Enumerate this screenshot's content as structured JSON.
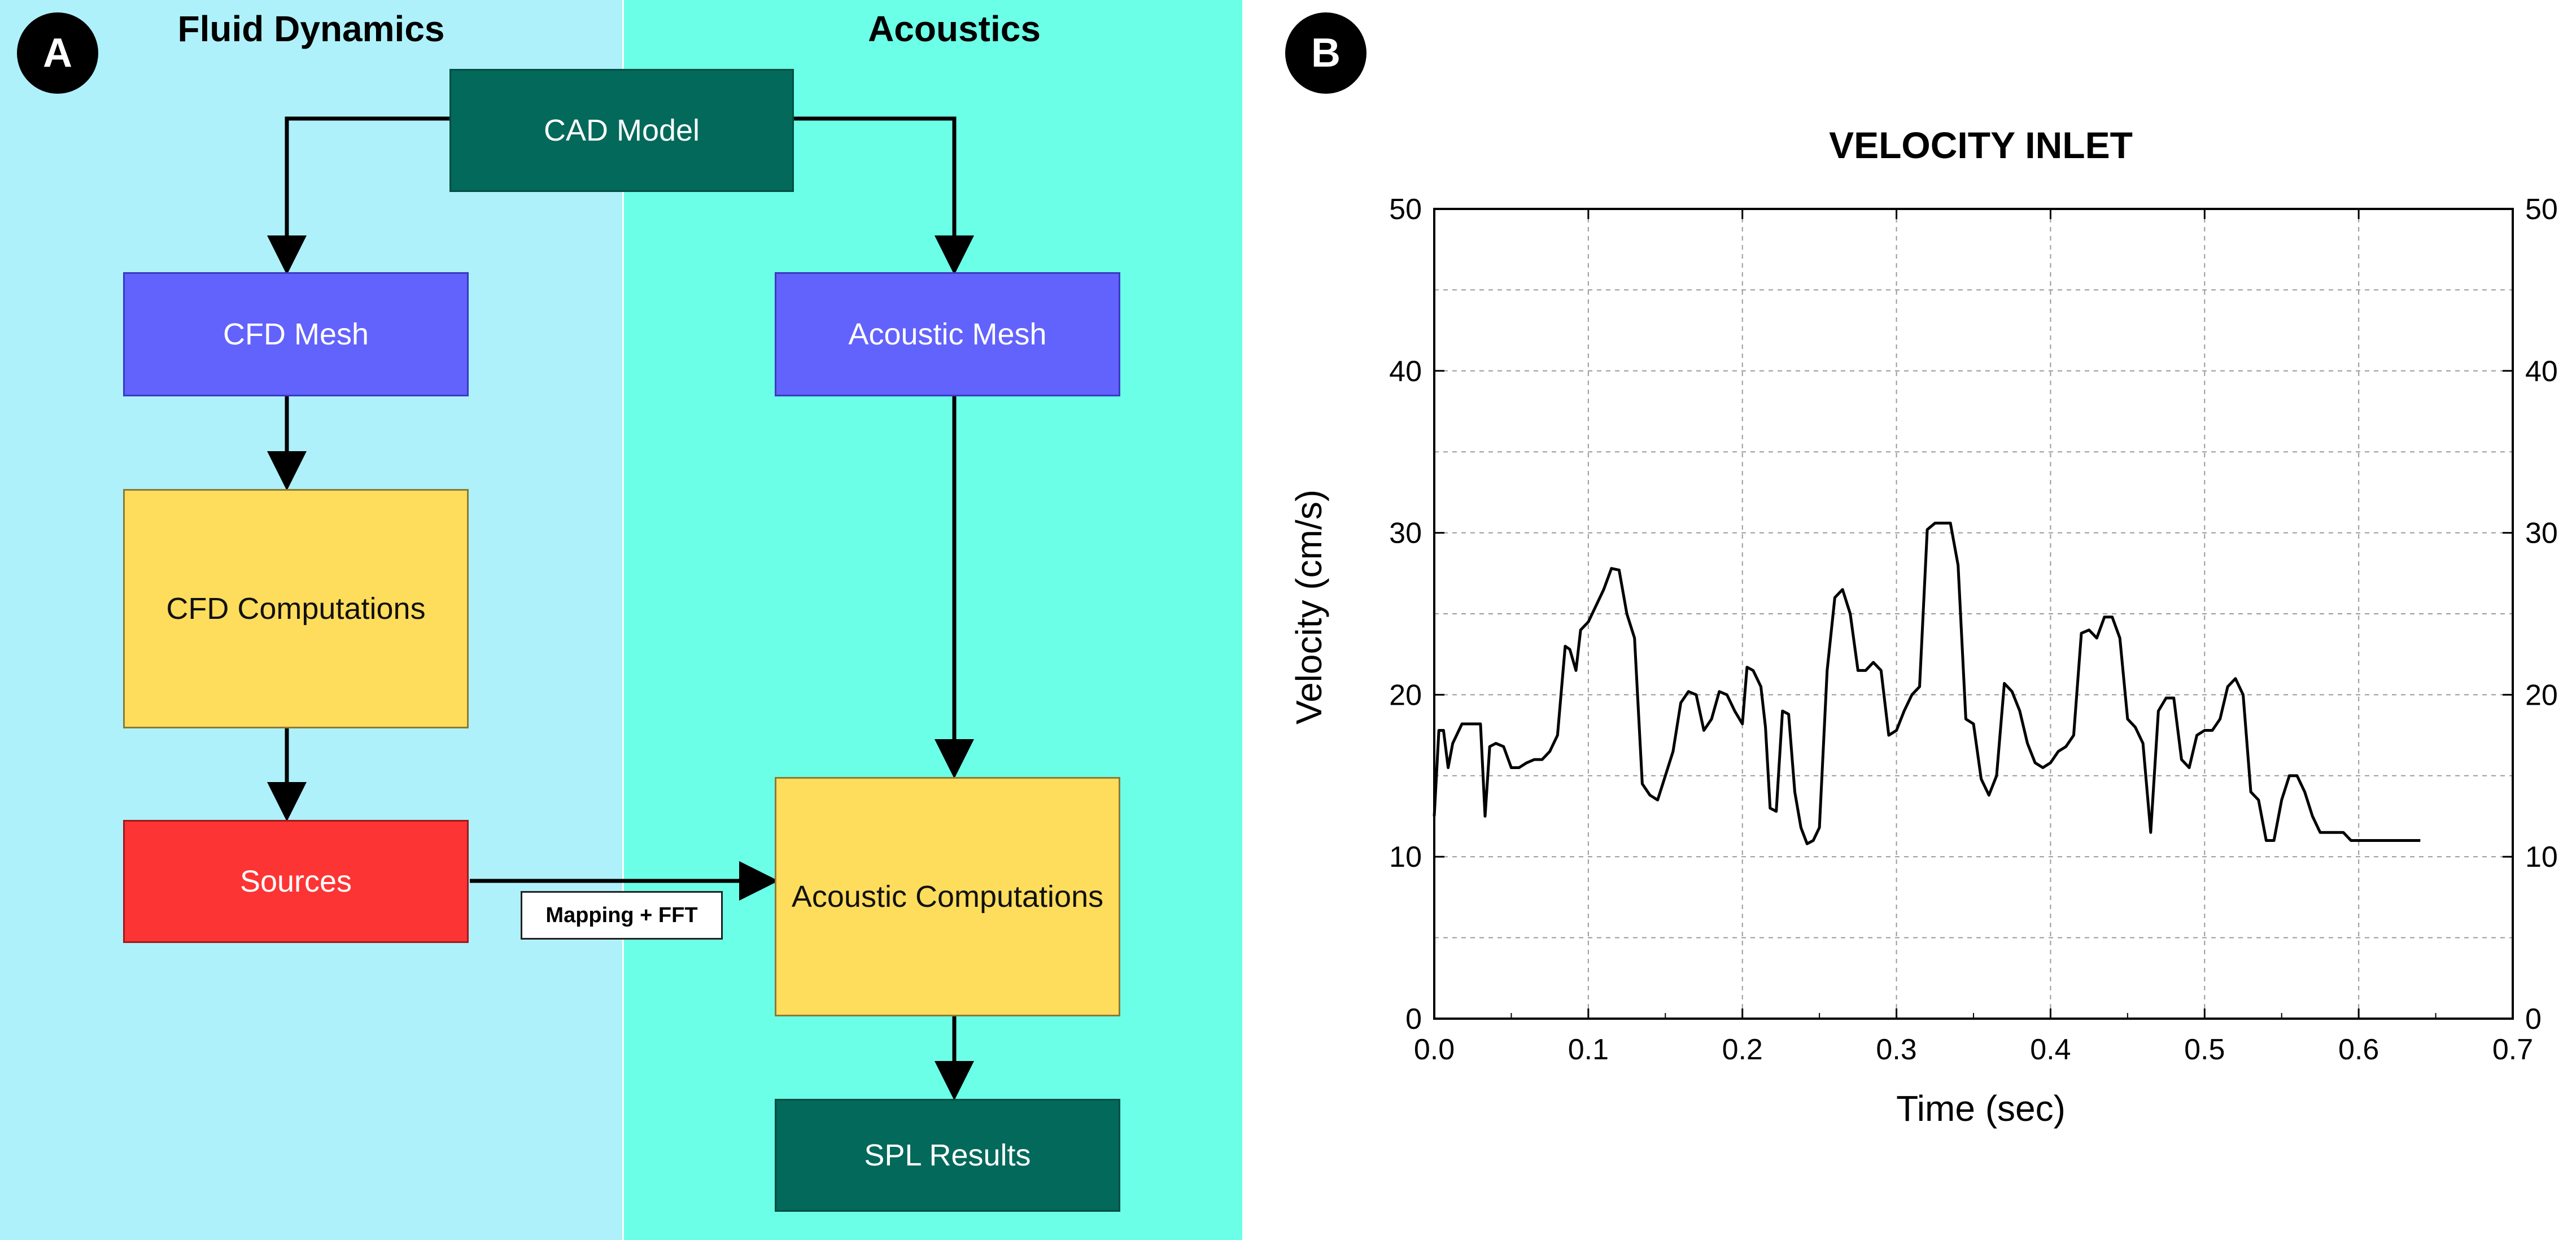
{
  "panel_a": {
    "badge": "A",
    "lanes": {
      "fluid_title": "Fluid Dynamics",
      "acoustic_title": "Acoustics"
    },
    "boxes": {
      "cad_model": "CAD Model",
      "cfd_mesh": "CFD Mesh",
      "acoustic_mesh": "Acoustic Mesh",
      "cfd_computations": "CFD Computations",
      "sources": "Sources",
      "acoustic_computations": "Acoustic Computations",
      "spl_results": "SPL Results"
    },
    "mapping_label": "Mapping + FFT",
    "colors": {
      "fluid_lane": "#aef1fb",
      "acoustic_lane": "#6cffe8",
      "dark_green": "#03695a",
      "purple": "#6262fd",
      "yellow": "#ffdd5c",
      "red": "#fd3434"
    }
  },
  "panel_b": {
    "badge": "B",
    "chart_data": {
      "type": "line",
      "title": "VELOCITY INLET",
      "xlabel": "Time (sec)",
      "ylabel": "Velocity (cm/s)",
      "xlim": [
        0.0,
        0.7
      ],
      "ylim": [
        0,
        50
      ],
      "xticks": [
        "0.0",
        "0.1",
        "0.2",
        "0.3",
        "0.4",
        "0.5",
        "0.6",
        "0.7"
      ],
      "yticks": [
        "0",
        "10",
        "20",
        "30",
        "40",
        "50"
      ],
      "right_yticks": [
        "0",
        "10",
        "20",
        "30",
        "40",
        "50"
      ],
      "grid": true,
      "series": [
        {
          "color": "#000000",
          "x": [
            0.0,
            0.003,
            0.006,
            0.009,
            0.012,
            0.018,
            0.024,
            0.03,
            0.033,
            0.036,
            0.04,
            0.045,
            0.05,
            0.055,
            0.06,
            0.065,
            0.07,
            0.075,
            0.08,
            0.085,
            0.088,
            0.092,
            0.095,
            0.1,
            0.105,
            0.11,
            0.115,
            0.12,
            0.125,
            0.13,
            0.135,
            0.14,
            0.145,
            0.15,
            0.155,
            0.16,
            0.165,
            0.17,
            0.175,
            0.18,
            0.185,
            0.19,
            0.195,
            0.2,
            0.203,
            0.207,
            0.212,
            0.215,
            0.218,
            0.222,
            0.226,
            0.23,
            0.234,
            0.238,
            0.242,
            0.246,
            0.25,
            0.255,
            0.26,
            0.265,
            0.27,
            0.275,
            0.28,
            0.285,
            0.29,
            0.295,
            0.3,
            0.305,
            0.31,
            0.315,
            0.32,
            0.325,
            0.33,
            0.335,
            0.34,
            0.345,
            0.35,
            0.355,
            0.36,
            0.365,
            0.37,
            0.375,
            0.38,
            0.385,
            0.39,
            0.395,
            0.4,
            0.405,
            0.41,
            0.415,
            0.42,
            0.425,
            0.43,
            0.435,
            0.44,
            0.445,
            0.45,
            0.455,
            0.46,
            0.465,
            0.47,
            0.475,
            0.48,
            0.485,
            0.49,
            0.495,
            0.5,
            0.505,
            0.51,
            0.515,
            0.52,
            0.525,
            0.53,
            0.535,
            0.54,
            0.545,
            0.55,
            0.555,
            0.56,
            0.565,
            0.57,
            0.575,
            0.58,
            0.585,
            0.59,
            0.595,
            0.6,
            0.605,
            0.61,
            0.615,
            0.62,
            0.625,
            0.63,
            0.635,
            0.64,
            0.645,
            0.65
          ],
          "y": [
            12.5,
            17.8,
            17.8,
            15.5,
            17.0,
            18.2,
            18.2,
            18.2,
            12.5,
            16.8,
            17.0,
            16.8,
            15.5,
            15.5,
            15.8,
            16.0,
            16.0,
            16.5,
            17.5,
            23.0,
            22.8,
            21.5,
            24.0,
            24.5,
            25.5,
            26.5,
            27.8,
            27.7,
            25.0,
            23.5,
            14.5,
            13.8,
            13.5,
            15.0,
            16.5,
            19.5,
            20.2,
            20.0,
            17.8,
            18.5,
            20.2,
            20.0,
            19.0,
            18.2,
            21.7,
            21.5,
            20.5,
            18.0,
            13.0,
            12.8,
            19.0,
            18.8,
            14.0,
            11.8,
            10.8,
            11.0,
            11.8,
            21.5,
            26.0,
            26.5,
            25.0,
            21.5,
            21.5,
            22.0,
            21.5,
            17.5,
            17.8,
            19.0,
            20.0,
            20.5,
            30.2,
            30.6,
            30.6,
            30.6,
            28.0,
            18.5,
            18.2,
            14.8,
            13.8,
            15.0,
            20.7,
            20.2,
            19.0,
            17.0,
            15.8,
            15.5,
            15.8,
            16.5,
            16.8,
            17.5,
            23.8,
            24.0,
            23.5,
            24.8,
            24.8,
            23.5,
            18.5,
            18.0,
            17.0,
            11.5,
            19.0,
            19.8,
            19.8,
            16.0,
            15.5,
            17.5,
            17.8,
            17.8,
            18.5,
            20.5,
            21.0,
            20.0,
            14.0,
            13.5,
            11.0,
            11.0,
            13.5,
            15.0,
            15.0,
            14.0,
            12.5,
            11.5,
            11.5,
            11.5,
            11.5,
            11.0,
            11.0,
            11.0,
            11.0,
            11.0,
            11.0,
            11.0,
            11.0,
            11.0,
            11.0
          ]
        }
      ]
    }
  }
}
